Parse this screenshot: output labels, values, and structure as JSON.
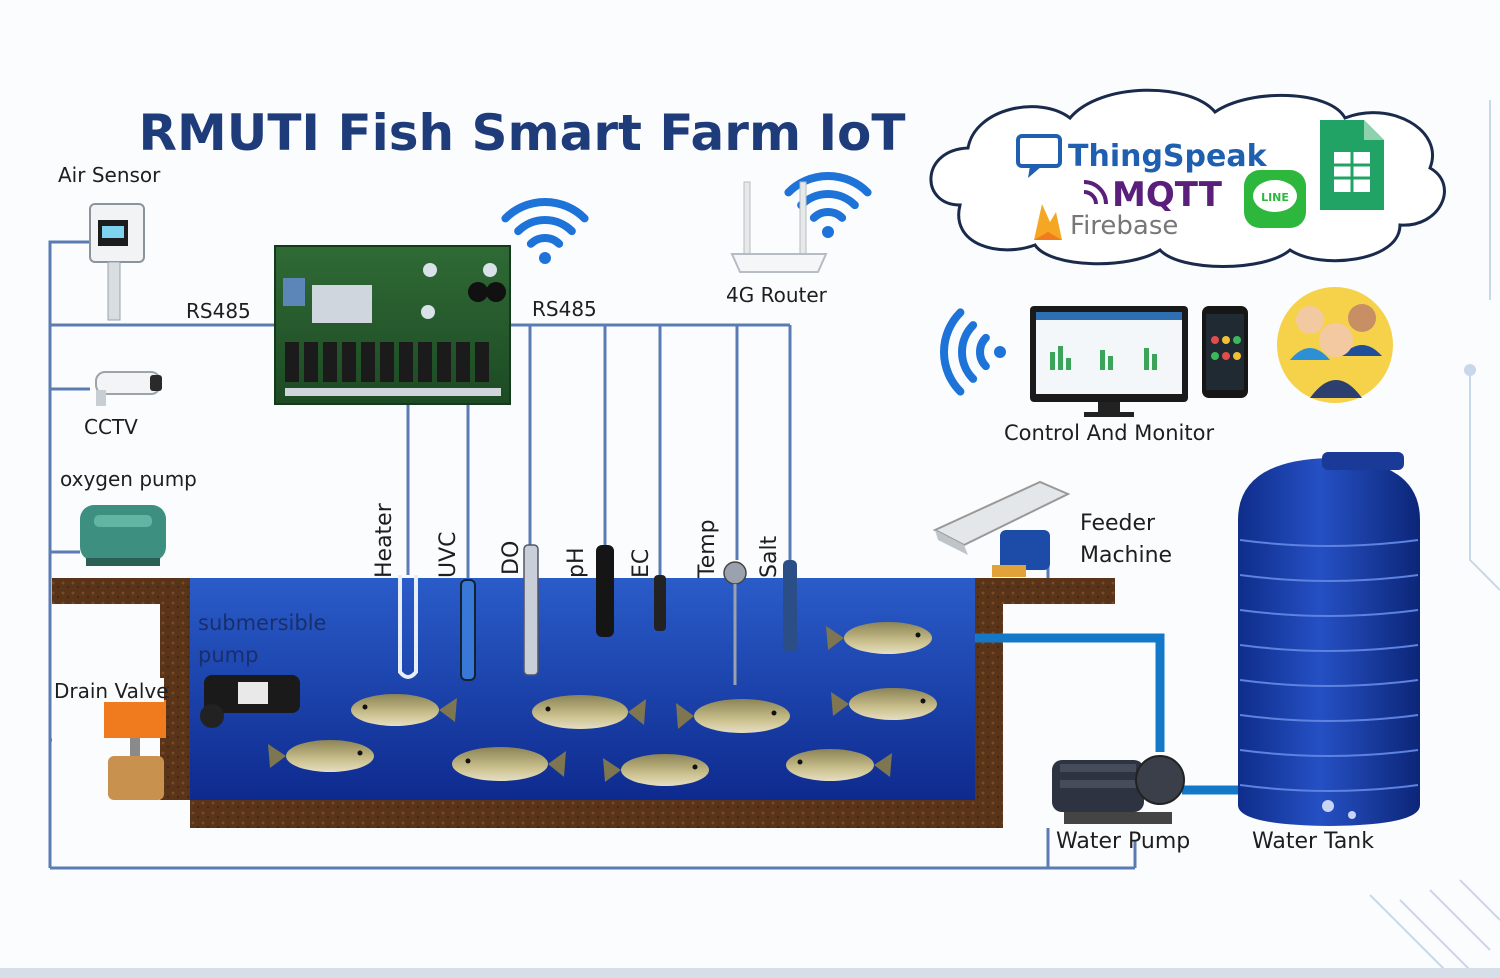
{
  "title": "RMUTI Fish Smart Farm IoT",
  "cloud": {
    "thingspeak": "ThingSpeak",
    "mqtt": "MQTT",
    "firebase": "Firebase",
    "line": "LINE"
  },
  "labels": {
    "air_sensor": "Air Sensor",
    "rs485_left": "RS485",
    "rs485_right": "RS485",
    "router": "4G Router",
    "cctv": "CCTV",
    "oxygen_pump": "oxygen pump",
    "control_monitor": "Control And Monitor",
    "feeder_line1": "Feeder",
    "feeder_line2": "Machine",
    "submersible_line1": "submersible",
    "submersible_line2": "pump",
    "drain_valve": "Drain Valve",
    "water_pump": "Water Pump",
    "water_tank": "Water Tank"
  },
  "sensors": [
    "Heater",
    "UVC",
    "DO",
    "pH",
    "EC",
    "Temp",
    "Salt"
  ],
  "colors": {
    "title": "#1f3c7a",
    "wifi": "#1e73d8",
    "pond_water": "#1436a8",
    "soil": "#5a3418",
    "pipe": "#1478c8",
    "wire": "#5b7bb4",
    "tank": "#1a3fa6"
  }
}
